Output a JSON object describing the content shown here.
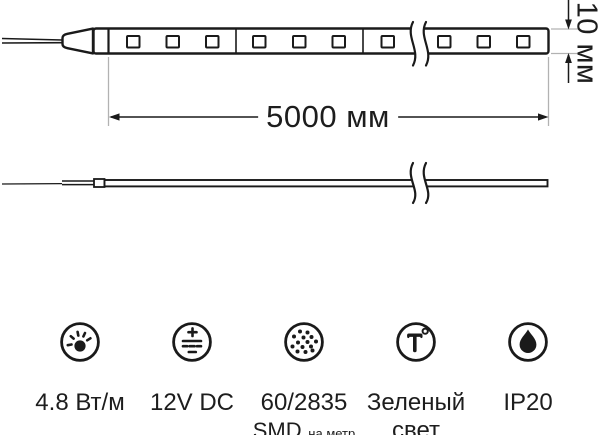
{
  "diagram": {
    "length_label": "5000 мм",
    "height_label": "10 мм"
  },
  "features": [
    {
      "icon": "brightness-icon",
      "label": "4.8 Вт/м"
    },
    {
      "icon": "dc-voltage-icon",
      "label": "12V DC"
    },
    {
      "icon": "smd-leds-icon",
      "label": "60/2835",
      "label2": "SMD",
      "label2_suffix": "на метр"
    },
    {
      "icon": "temperature-icon",
      "label": "Зеленый",
      "label2": "свет"
    },
    {
      "icon": "water-drop-icon",
      "label": "IP20"
    }
  ],
  "colors": {
    "line": "#1a1a1a",
    "extension_line": "#b2b2b2",
    "text": "#1d1d1d"
  }
}
